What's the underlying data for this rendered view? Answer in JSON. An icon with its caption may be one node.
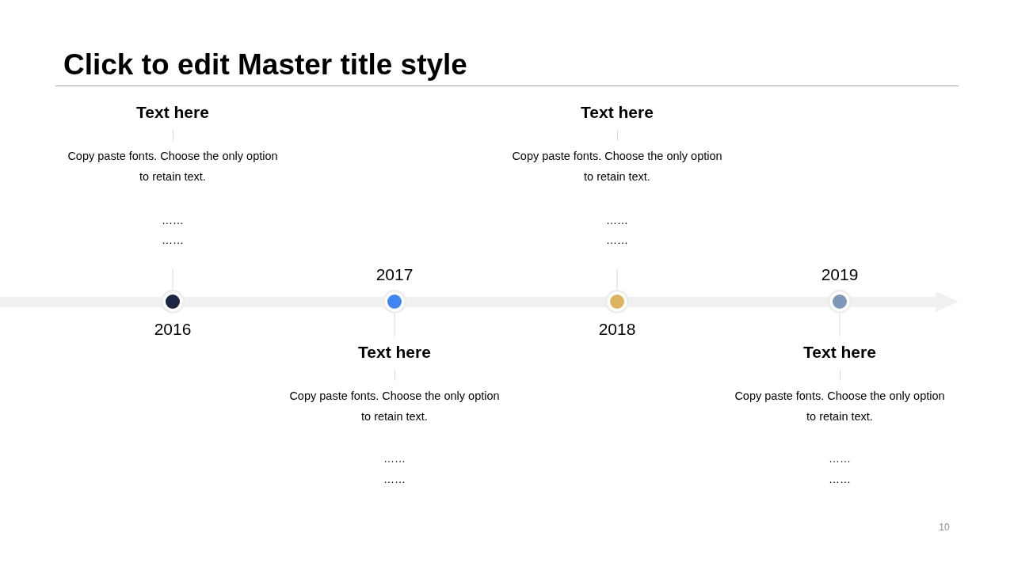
{
  "diagram": {
    "title": "Click to edit Master title style",
    "nodes": [
      {
        "text": [
          "Text here",
          "Copy paste fonts. Choose the only option to retain text."
        ]
      },
      {
        "text": [
          "Text here",
          "Copy paste fonts. Choose the only option to retain text."
        ]
      },
      {
        "text": [],
        "shape": "circle",
        "beside": [
          "2016"
        ]
      },
      {
        "text": [],
        "shape": "circle",
        "beside": [
          "2017"
        ]
      },
      {
        "text": [],
        "shape": "circle",
        "beside": [
          "2018"
        ]
      },
      {
        "text": [],
        "shape": "circle",
        "beside": [
          "2019"
        ]
      },
      {
        "text": [
          "Text here",
          "Copy paste fonts. Choose the only option to retain text."
        ]
      },
      {
        "text": [
          "Text here",
          "Copy paste fonts. Choose the only option to retain text."
        ]
      }
    ],
    "edges": [
      {
        "from": 2,
        "to": null,
        "arrow": "none"
      },
      {
        "from": 4,
        "to": null,
        "arrow": "none"
      },
      {
        "from": 3,
        "to": 6,
        "arrow": "none"
      },
      {
        "from": 5,
        "to": 7,
        "arrow": "none"
      }
    ],
    "labels": [
      "……",
      "……",
      "……",
      "……",
      "……",
      "……",
      "……",
      "……",
      "10"
    ]
  }
}
